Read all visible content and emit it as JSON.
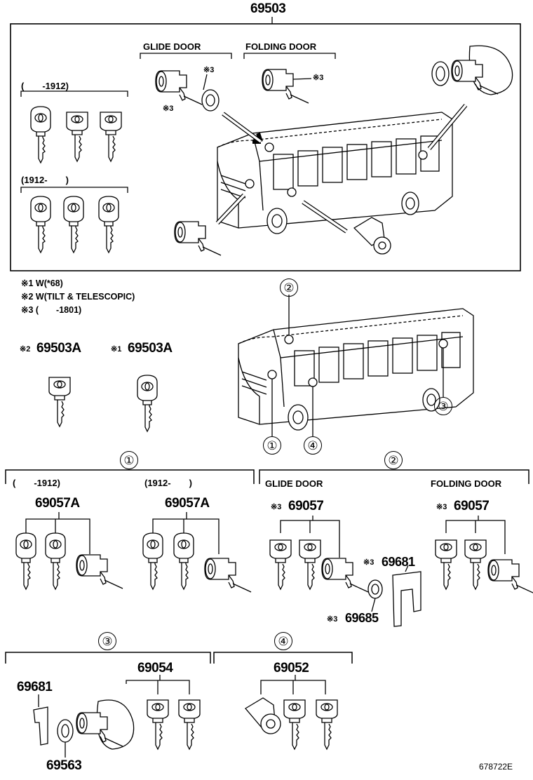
{
  "diagram": {
    "main_part": "69503",
    "top_box": {
      "glide_door": "GLIDE DOOR",
      "folding_door": "FOLDING DOOR",
      "keys_before": "(　　-1912)",
      "keys_after": "(1912-　　)",
      "mark3": "※3"
    },
    "notes": [
      "※1 W(*68)",
      "※2 W(TILT & TELESCOPIC)",
      "※3 (　　-1801)"
    ],
    "keys": [
      {
        "mark": "※2",
        "part": "69503A"
      },
      {
        "mark": "※1",
        "part": "69503A"
      }
    ],
    "location_markers": [
      "②",
      "①",
      "④",
      "③"
    ],
    "sections": {
      "s1": {
        "number": "①",
        "left_range": "(　　-1912)",
        "left_part": "69057A",
        "right_range": "(1912-　　)",
        "right_part": "69057A"
      },
      "s2": {
        "number": "②",
        "glide_door": "GLIDE DOOR",
        "folding_door": "FOLDING DOOR",
        "glide_mark": "※3",
        "glide_part": "69057",
        "folding_mark": "※3",
        "folding_part": "69057",
        "extra1_mark": "※3",
        "extra1_part": "69681",
        "extra2_mark": "※3",
        "extra2_part": "69685"
      },
      "s3": {
        "number": "③",
        "part_a": "69681",
        "part_b": "69054",
        "part_c": "69563"
      },
      "s4": {
        "number": "④",
        "part": "69052"
      }
    },
    "figure_code": "678722E"
  }
}
